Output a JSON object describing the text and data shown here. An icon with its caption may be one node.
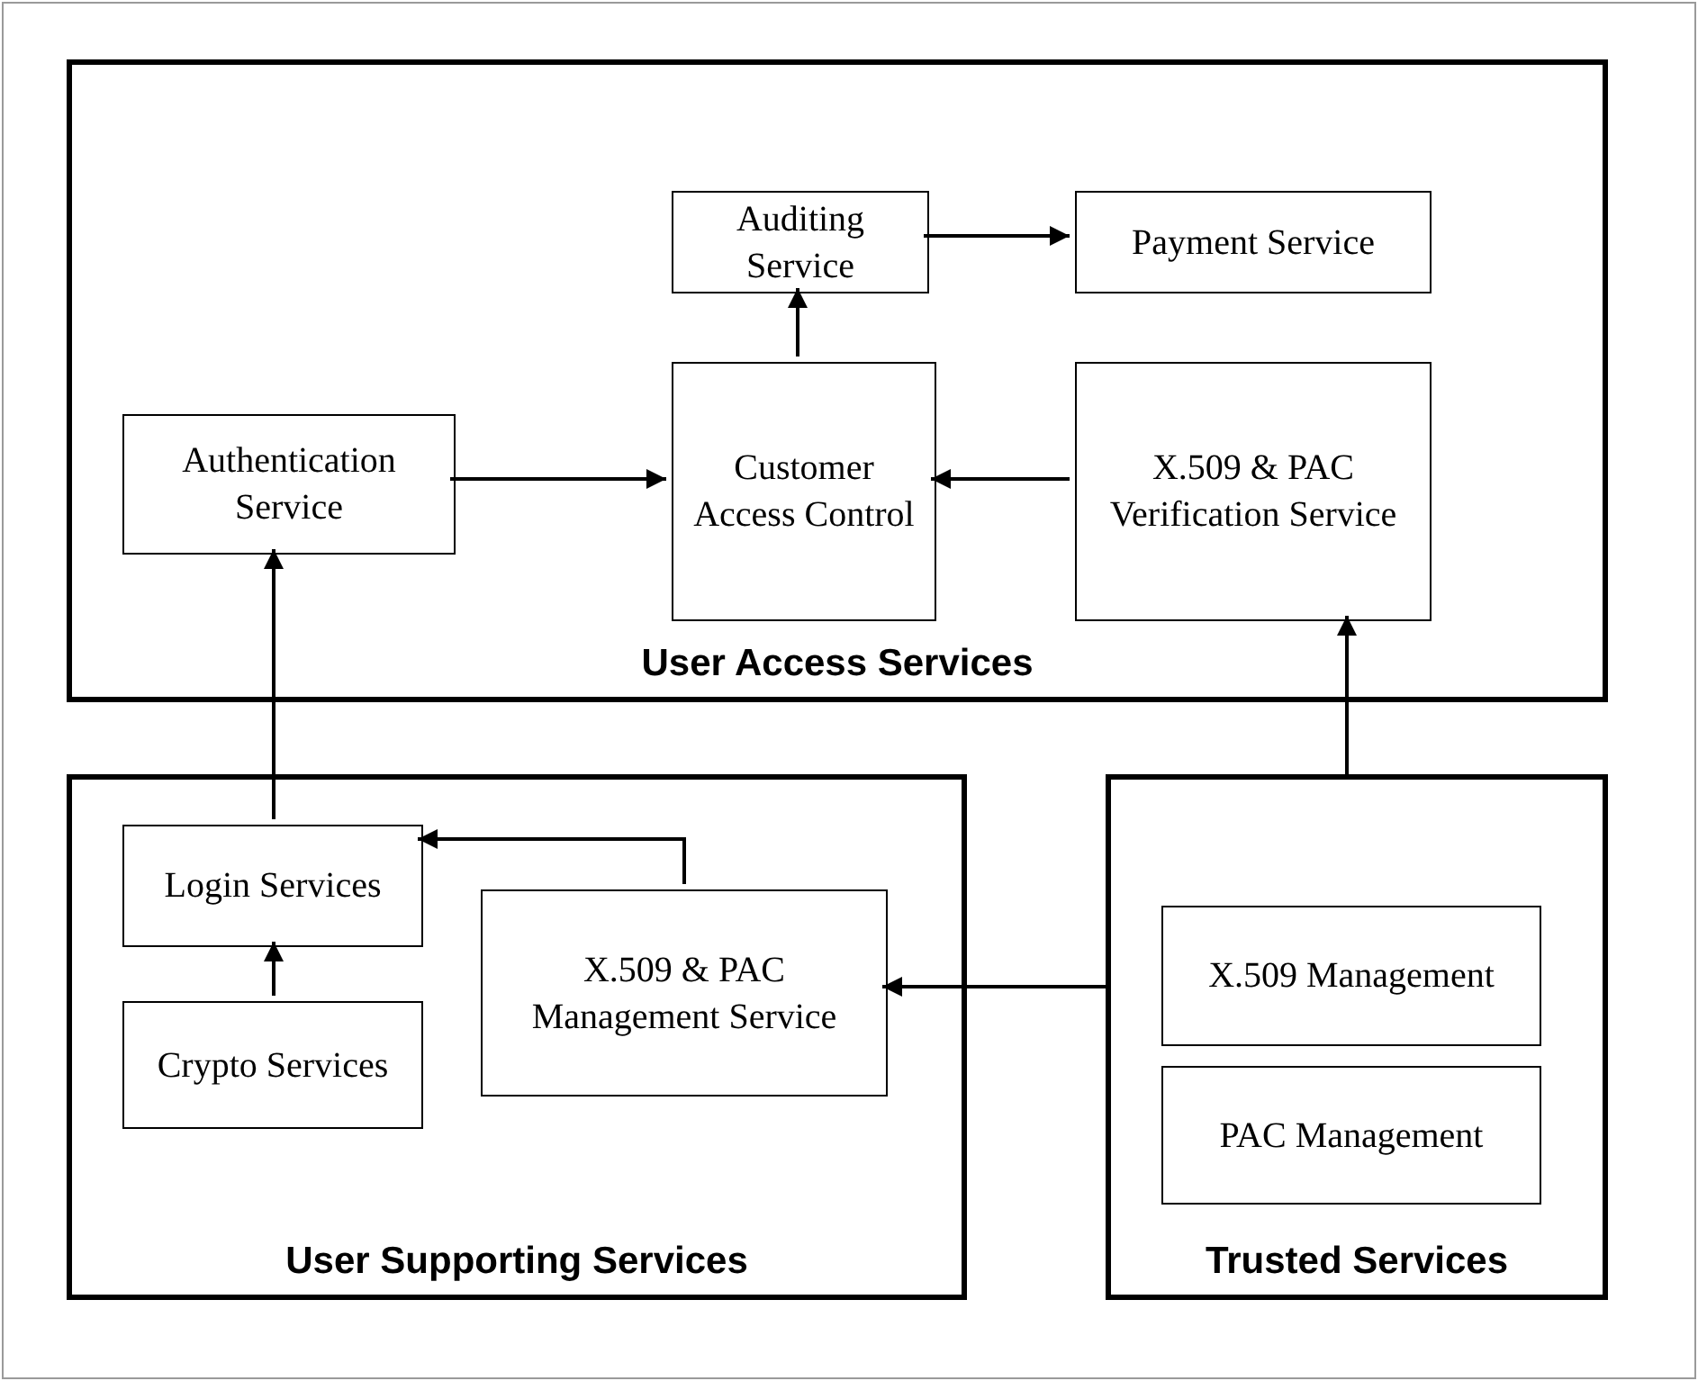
{
  "diagram": {
    "nodes": [
      {
        "text": [
          "User Access Services"
        ]
      },
      {
        "text": [
          "Auditing Service"
        ],
        "in": 0
      },
      {
        "text": [
          "Payment Service"
        ],
        "in": 0
      },
      {
        "text": [
          "Authentication Service"
        ],
        "in": 0
      },
      {
        "text": [
          "Customer Access Control"
        ],
        "in": 0
      },
      {
        "text": [
          "X.509 & PAC Verification Service"
        ],
        "in": 0
      },
      {
        "text": [
          "User Supporting Services"
        ]
      },
      {
        "text": [
          "Login Services"
        ],
        "in": 6
      },
      {
        "text": [
          "X.509 & PAC Management Service"
        ],
        "in": 6
      },
      {
        "text": [
          "Crypto Services"
        ],
        "in": 6
      },
      {
        "text": [
          "Trusted Services"
        ]
      },
      {
        "text": [
          "X.509 Management"
        ],
        "in": 10
      },
      {
        "text": [
          "PAC Management"
        ],
        "in": 10
      }
    ],
    "edges": [
      {
        "from": 3,
        "to": 4,
        "arrow": "to"
      },
      {
        "from": 5,
        "to": 4,
        "arrow": "to"
      },
      {
        "from": 4,
        "to": 1,
        "arrow": "to"
      },
      {
        "from": 1,
        "to": 2,
        "arrow": "to"
      },
      {
        "from": 7,
        "to": 3,
        "arrow": "to"
      },
      {
        "from": 10,
        "to": 5,
        "arrow": "to"
      },
      {
        "from": 8,
        "to": 7,
        "arrow": "to"
      },
      {
        "from": 10,
        "to": 8,
        "arrow": "to"
      },
      {
        "from": 9,
        "to": 7,
        "arrow": "to"
      }
    ]
  }
}
